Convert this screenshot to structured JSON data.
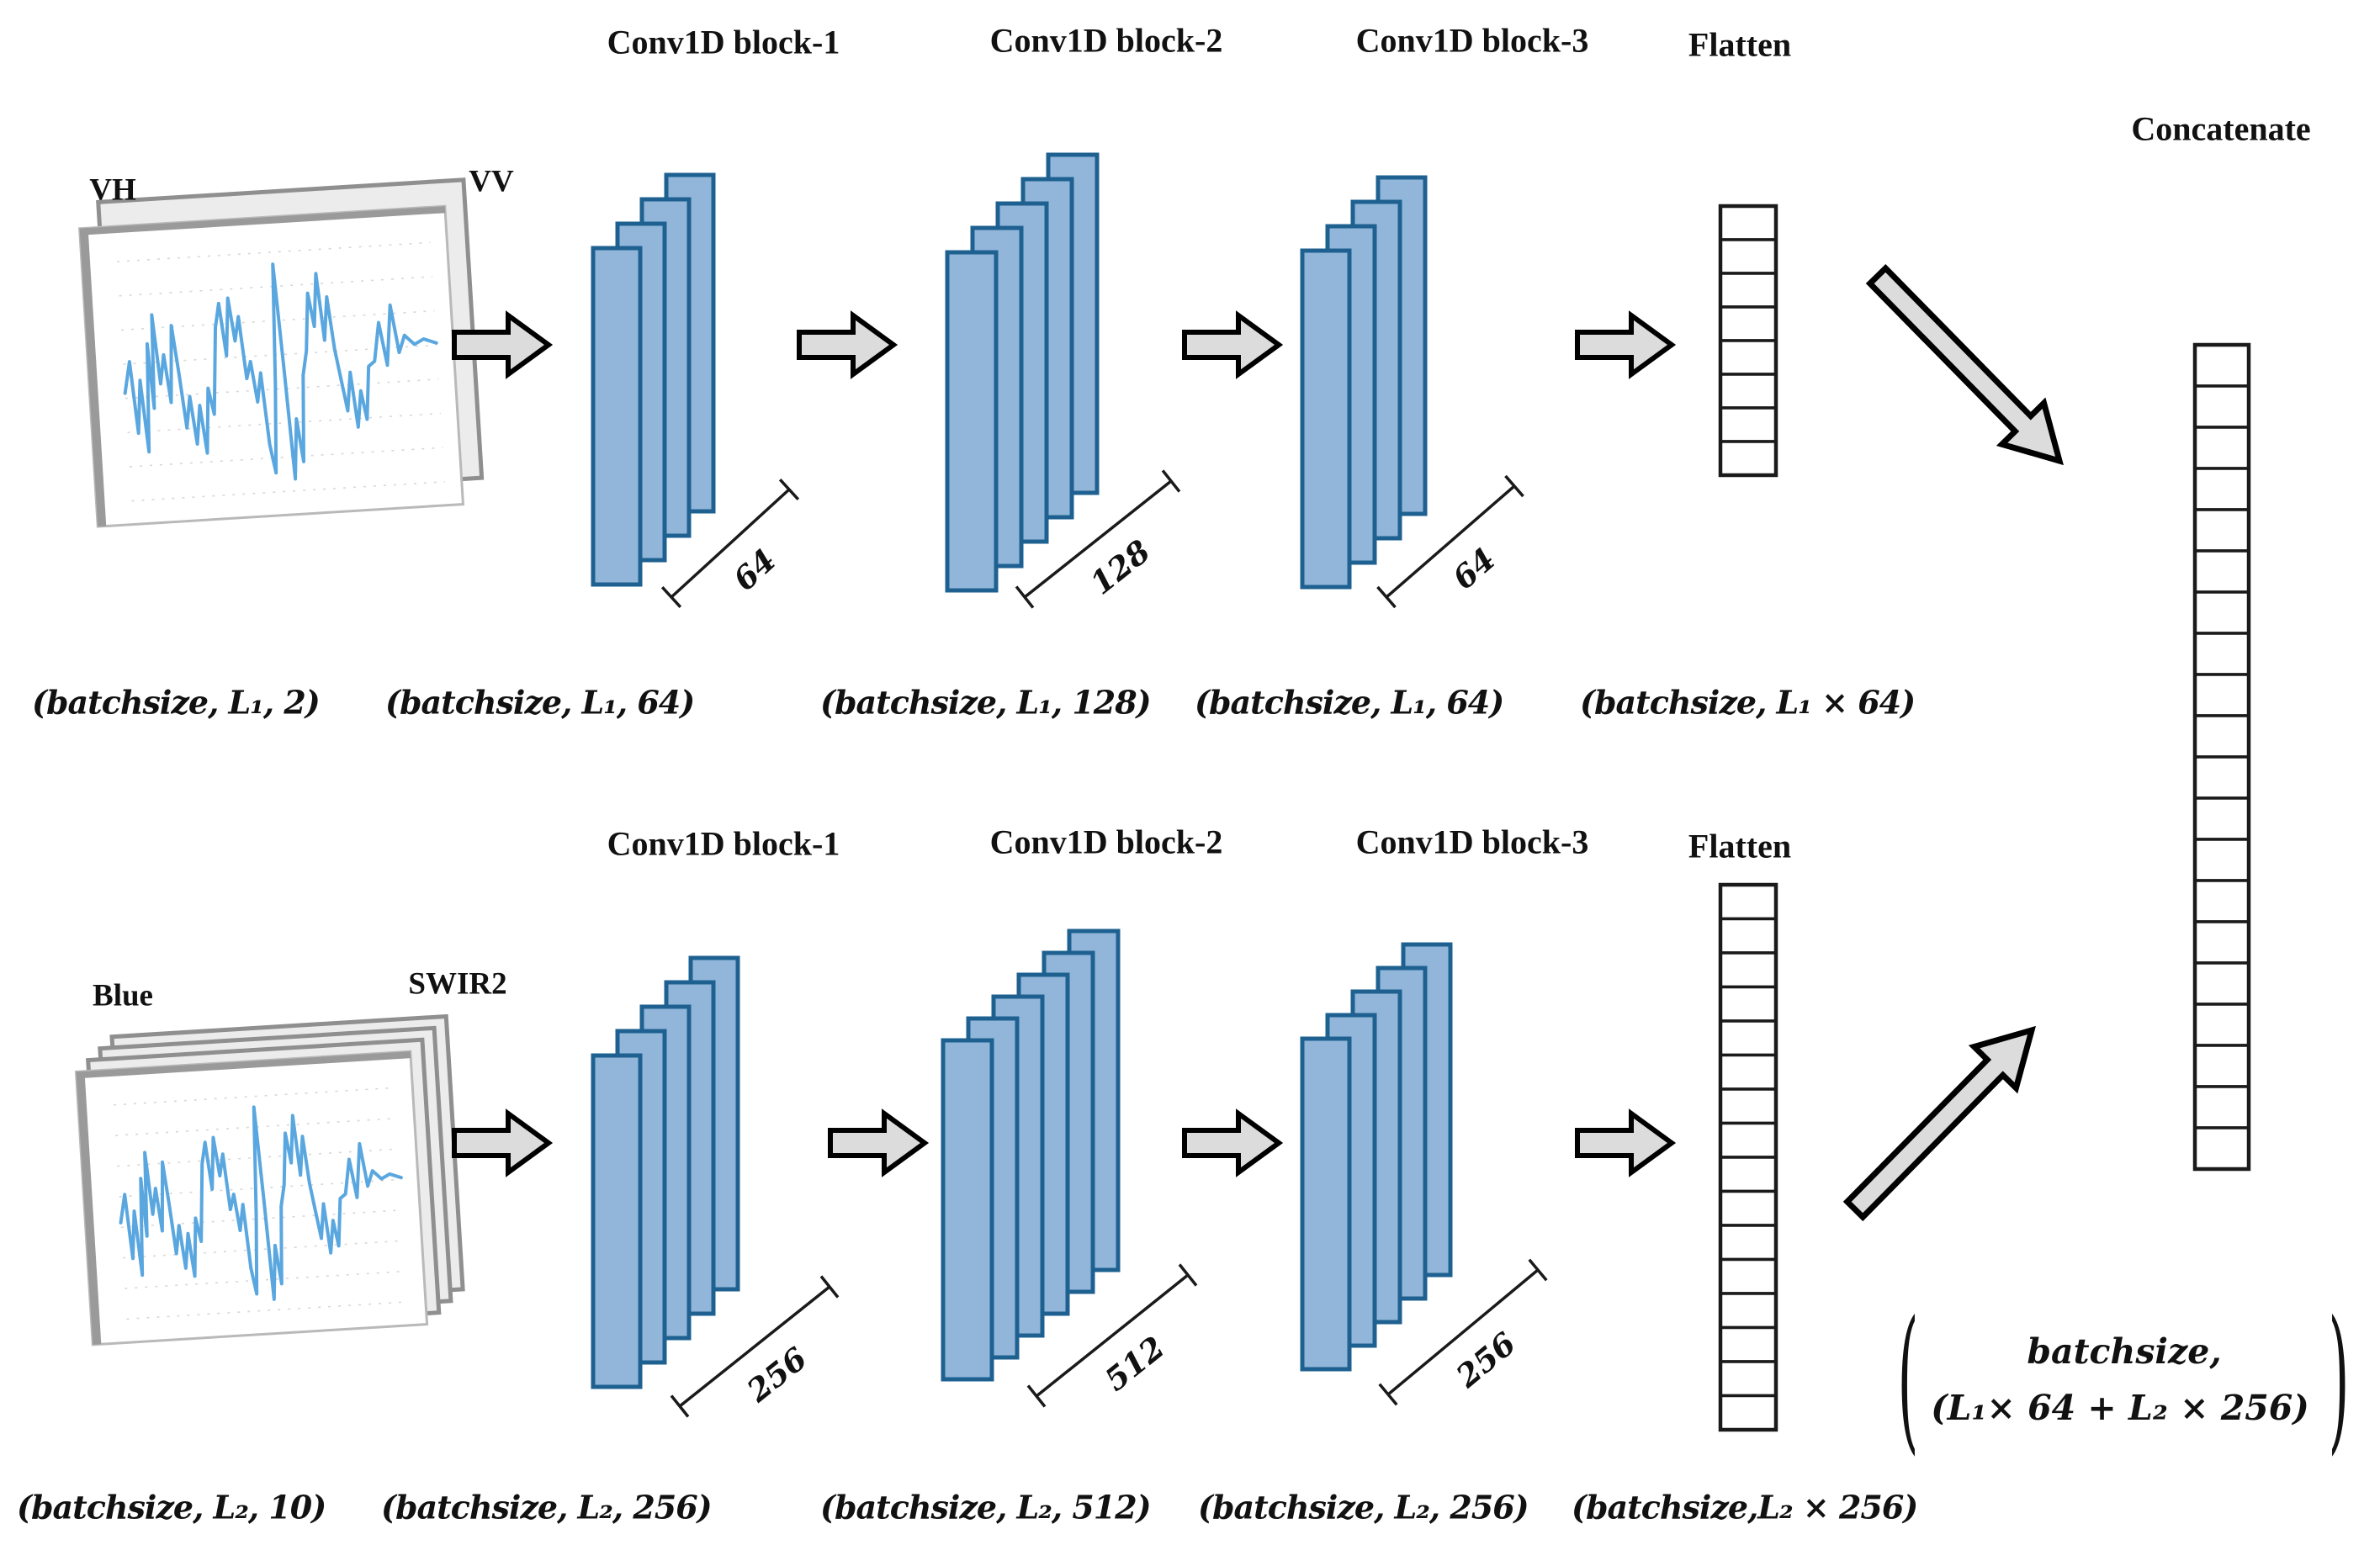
{
  "figure": {
    "concatenate_label": "Concatenate",
    "concat_cells": 20,
    "formula": {
      "open_paren": "(",
      "close_paren": ")",
      "line1": "batchsize,",
      "line2": "(L₁×  64 + L₂ ×  256)"
    },
    "rows": [
      {
        "headers": [
          "Conv1D block-1",
          "Conv1D block-2",
          "Conv1D block-3",
          "Flatten"
        ],
        "input_front_label": "VH",
        "input_back_label": "VV",
        "input_panels": 2,
        "blocks": [
          {
            "bars": 4,
            "dim": "64"
          },
          {
            "bars": 5,
            "dim": "128"
          },
          {
            "bars": 4,
            "dim": "64"
          }
        ],
        "flatten_cells": 8,
        "shapes": [
          "(batchsize,  L₁,  2)",
          "(batchsize,  L₁,  64)",
          "(batchsize,  L₁,  128)",
          "(batchsize,  L₁,  64)",
          "(batchsize,  L₁ ×  64)"
        ]
      },
      {
        "headers": [
          "Conv1D block-1",
          "Conv1D block-2",
          "Conv1D block-3",
          "Flatten"
        ],
        "input_front_label": "Blue",
        "input_back_label": "SWIR2",
        "input_panels": 4,
        "blocks": [
          {
            "bars": 5,
            "dim": "256"
          },
          {
            "bars": 6,
            "dim": "512"
          },
          {
            "bars": 5,
            "dim": "256"
          }
        ],
        "flatten_cells": 16,
        "shapes": [
          "(batchsize,  L₂,  10)",
          "(batchsize,  L₂,  256)",
          "(batchsize,  L₂,  512)",
          "(batchsize,  L₂,  256)",
          "(batchsize,L₂ ×  256)"
        ]
      }
    ],
    "colors": {
      "bar_fill": "#92b6da",
      "bar_stroke": "#1e6191",
      "arrow_fill": "#dcdcdc",
      "cell_stroke": "#1a1a1a",
      "chart_line": "#5aa7e0",
      "panel_gray": "#ececec",
      "panel_border": "#8f8f8f"
    }
  }
}
